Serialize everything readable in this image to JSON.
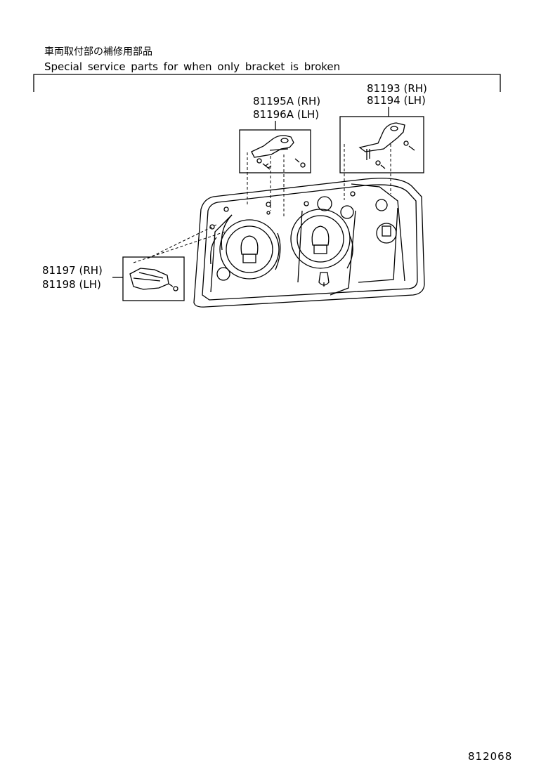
{
  "header": {
    "title_jp": "車両取付部の補修用部品",
    "title_en": "Special service parts for when only bracket is broken"
  },
  "parts": {
    "bracket_upper_left": {
      "rh": "81195A (RH)",
      "lh": "81196A (LH)"
    },
    "bracket_upper_right": {
      "rh": "81193 (RH)",
      "lh": "81194 (LH)"
    },
    "bracket_side": {
      "rh": "81197 (RH)",
      "lh": "81198 (LH)"
    }
  },
  "footer": {
    "diagram_code": "812068"
  }
}
